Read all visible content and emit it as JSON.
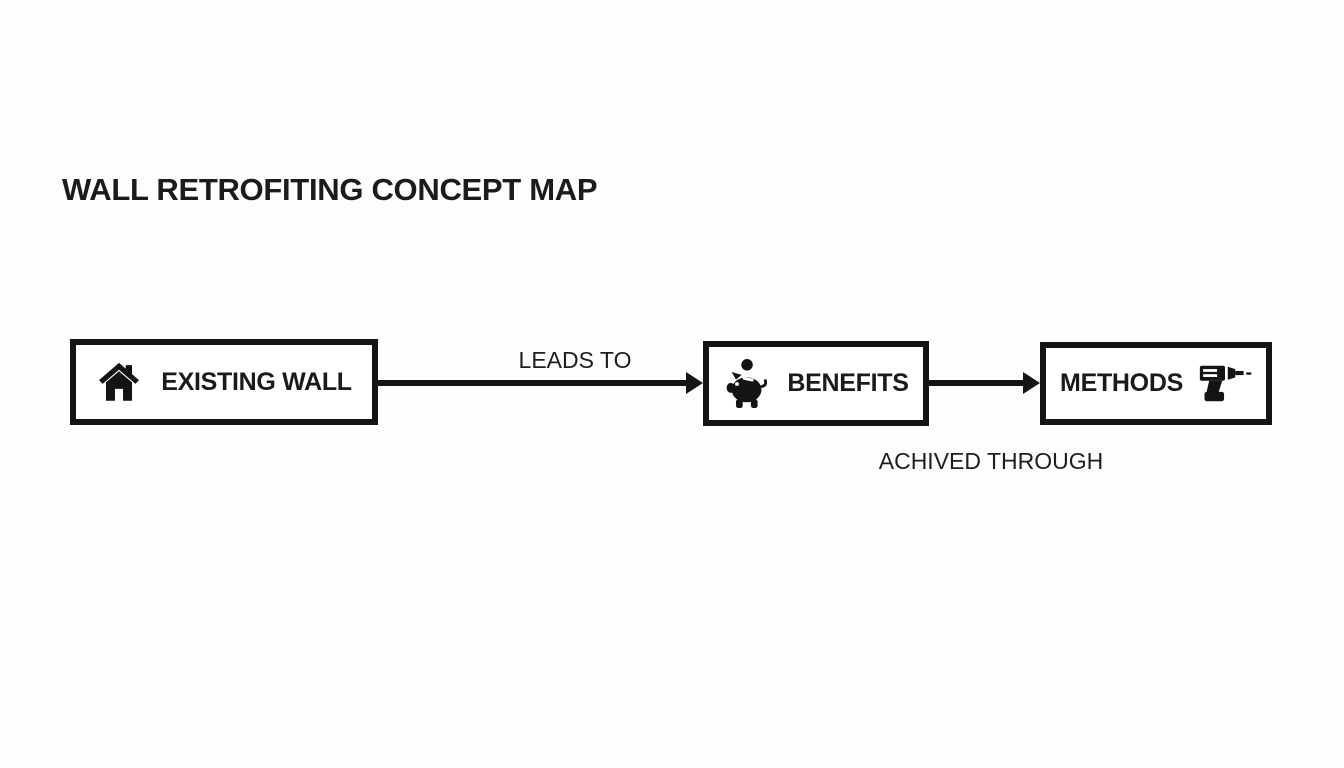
{
  "title": "WALL RETROFITING CONCEPT MAP",
  "diagram": {
    "nodes": [
      {
        "id": "existing-wall",
        "label": "EXISTING WALL",
        "icon": "house-icon",
        "icon_position": "left"
      },
      {
        "id": "benefits",
        "label": "BENEFITS",
        "icon": "piggy-bank-coin-icon",
        "icon_position": "left"
      },
      {
        "id": "methods",
        "label": "METHODS",
        "icon": "power-drill-icon",
        "icon_position": "right"
      }
    ],
    "edges": [
      {
        "from": "existing-wall",
        "to": "benefits",
        "label": "LEADS TO",
        "label_position": "above-line",
        "direction": "right"
      },
      {
        "from": "benefits",
        "to": "methods",
        "label": "ACHIVED THROUGH",
        "label_position": "below-line",
        "direction": "right"
      }
    ],
    "colors": {
      "ink": "#141414",
      "text": "#1a1a1a",
      "node_background": "#ffffff",
      "canvas_background": "#fdfdfd"
    }
  }
}
